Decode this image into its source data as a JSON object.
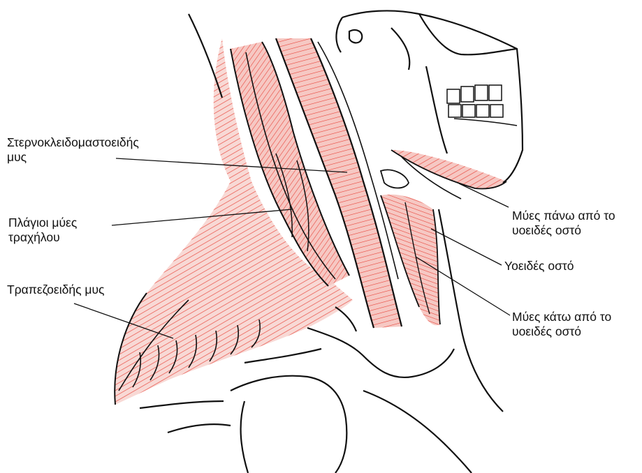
{
  "figure": {
    "labels": {
      "sternocleidomastoid": [
        "Στερνοκλειδομαστοειδής",
        "μυς"
      ],
      "scalenes": [
        "Πλάγιοι μύες",
        "τραχήλου"
      ],
      "trapezius": [
        "Τραπεζοειδής μυς"
      ],
      "suprahyoid": [
        "Μύες πάνω από το",
        "υοειδές οστό"
      ],
      "hyoid": [
        "Υοειδές οστό"
      ],
      "infrahyoid": [
        "Μύες κάτω από το",
        "υοειδές οστό"
      ]
    },
    "colors": {
      "muscle_fill": "#f6c8c3",
      "muscle_fiber": "#e8443a",
      "outline": "#111111",
      "leader_line": "#111111"
    }
  }
}
